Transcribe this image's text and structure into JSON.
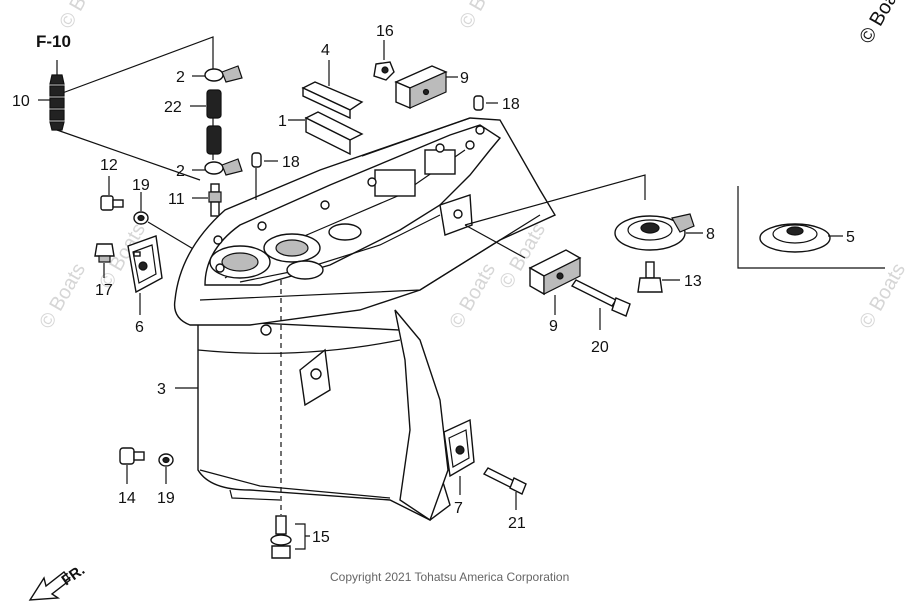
{
  "reference": {
    "label": "F-10"
  },
  "direction": {
    "label": "FR."
  },
  "copyright": {
    "text": "Copyright 2021 Tohatsu America Corporation"
  },
  "corner_mark": {
    "text": "© Boa"
  },
  "watermarks": [
    "© Boats",
    "© Boats",
    "© Boats",
    "© Boats",
    "© Boats",
    "© Boats",
    "© Boats"
  ],
  "callouts": {
    "p1": "1",
    "p2a": "2",
    "p2b": "2",
    "p3": "3",
    "p4": "4",
    "p5": "5",
    "p6": "6",
    "p7": "7",
    "p8": "8",
    "p9a": "9",
    "p9b": "9",
    "p10": "10",
    "p11": "11",
    "p12": "12",
    "p13": "13",
    "p14": "14",
    "p15": "15",
    "p16": "16",
    "p17": "17",
    "p18a": "18",
    "p18b": "18",
    "p19a": "19",
    "p19b": "19",
    "p20": "20",
    "p21": "21",
    "p22": "22"
  }
}
